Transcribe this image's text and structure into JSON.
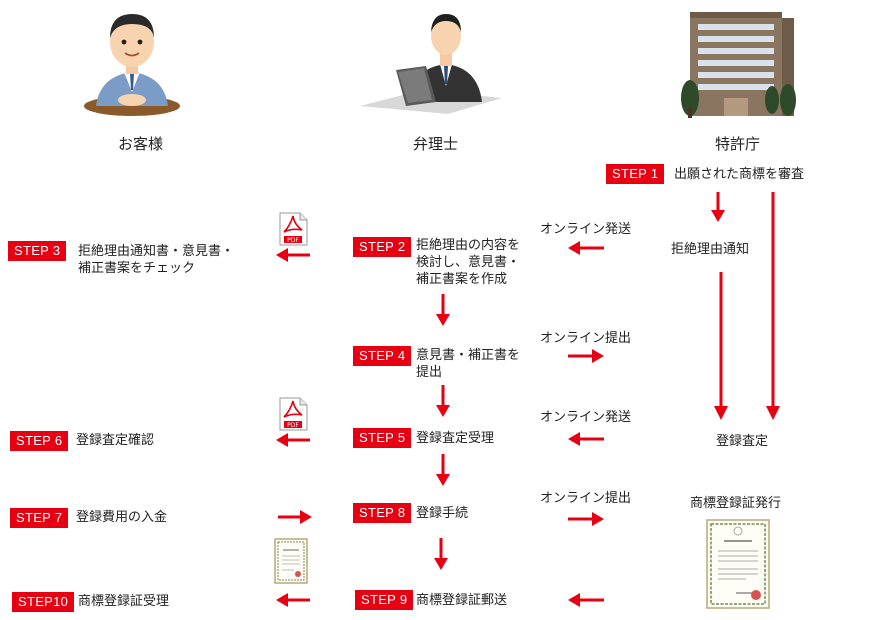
{
  "columns": {
    "customer": "お客様",
    "attorney": "弁理士",
    "office": "特許庁"
  },
  "steps": {
    "s1": {
      "badge": "STEP 1",
      "text": "出願された商標を審査"
    },
    "s2": {
      "badge": "STEP 2",
      "lines": [
        "拒絶理由の内容を",
        "検討し、意見書・",
        "補正書案を作成"
      ]
    },
    "s3": {
      "badge": "STEP 3",
      "lines": [
        "拒絶理由通知書・意見書・",
        "補正書案をチェック"
      ]
    },
    "s4": {
      "badge": "STEP 4",
      "lines": [
        "意見書・補正書を",
        "提出"
      ]
    },
    "s5": {
      "badge": "STEP 5",
      "text": "登録査定受理"
    },
    "s6": {
      "badge": "STEP 6",
      "text": "登録査定確認"
    },
    "s7": {
      "badge": "STEP 7",
      "text": "登録費用の入金"
    },
    "s8": {
      "badge": "STEP 8",
      "text": "登録手続"
    },
    "s9": {
      "badge": "STEP 9",
      "text": "商標登録証郵送"
    },
    "s10": {
      "badge": "STEP10",
      "text": "商標登録証受理"
    }
  },
  "labels": {
    "online_send_1": "オンライン発送",
    "online_submit_1": "オンライン提出",
    "online_send_2": "オンライン発送",
    "online_submit_2": "オンライン提出",
    "rejection_notice": "拒絶理由通知",
    "registration_decision": "登録査定",
    "certificate_issue": "商標登録証発行"
  },
  "icons": {
    "customer": "customer-person-icon",
    "attorney": "attorney-laptop-icon",
    "office": "patent-office-building-icon",
    "pdf": "pdf-document-icon",
    "certificate": "certificate-icon"
  },
  "colors": {
    "accent": "#e60012"
  }
}
